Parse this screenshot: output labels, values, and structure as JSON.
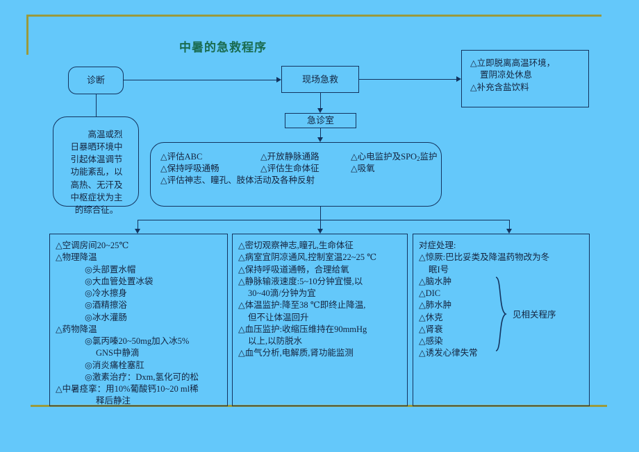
{
  "slide": {
    "title": "中暑的急救程序",
    "background_color": "#64c8fa",
    "title_color": "#1a6b4f",
    "line_color": "#13335e",
    "accent_color": "#9a9a3c"
  },
  "nodes": {
    "diagnosis": {
      "label": "诊断"
    },
    "onsite_first_aid": {
      "label": "现场急救"
    },
    "emergency_room": {
      "label": "急诊室"
    },
    "first_aid_measures": {
      "lines": [
        "△立即脱离高温环境，",
        "置阴凉处休息",
        "△补充含盐饮料"
      ]
    },
    "definition": {
      "lines": [
        "高温或烈",
        "日暴晒环境中",
        "引起体温调节",
        "功能紊乱，以",
        "高热、无汗及",
        "中枢症状为主",
        "的综合征。"
      ]
    },
    "assessment": {
      "col1": [
        "△评估ABC",
        "△保持呼吸通畅"
      ],
      "col2": [
        "△开放静脉通路",
        "△评估生命体征"
      ],
      "col3_a": "△心电监护及SPO",
      "col3_a_sub": "2",
      "col3_a_tail": "监护",
      "col3_b": "△吸氧",
      "wide": "△评估神志、瞳孔、肢体活动及各种反射"
    }
  },
  "bottom_boxes": {
    "cooling": {
      "lines": [
        {
          "text": "△空调房间20~25℃",
          "indent": 0
        },
        {
          "text": "△物理降温",
          "indent": 0
        },
        {
          "text": "◎头部置水帽",
          "indent": 1
        },
        {
          "text": "◎大血管处置冰袋",
          "indent": 1
        },
        {
          "text": "◎冷水擦身",
          "indent": 1
        },
        {
          "text": "◎酒精擦浴",
          "indent": 1
        },
        {
          "text": "◎冰水灌肠",
          "indent": 1
        },
        {
          "text": "△药物降温",
          "indent": 0
        },
        {
          "text": "◎氯丙嗪20~50mg加入冰5%",
          "indent": 1
        },
        {
          "text": "GNS中静滴",
          "indent": 3
        },
        {
          "text": "◎消炎痛栓塞肛",
          "indent": 1
        },
        {
          "text": "◎激素治疗：Dxm,氢化可的松",
          "indent": 1
        },
        {
          "text": "△中暑痉挛：用10%葡酸钙10~20 ml稀",
          "indent": 0
        },
        {
          "text": "释后静注",
          "indent": 3
        }
      ]
    },
    "monitoring": {
      "lines": [
        {
          "text": "△密切观察神志,瞳孔,生命体征",
          "indent": 0
        },
        {
          "text": "△病室宜阴凉通风,控制室温22~25 ℃",
          "indent": 0
        },
        {
          "text": "△保持呼吸道通畅，合理给氧",
          "indent": 0
        },
        {
          "text": "△静脉输液速度:5~10分钟宜慢,以",
          "indent": 0
        },
        {
          "text": "30~40滴/分钟为宜",
          "indent": 2
        },
        {
          "text": "△体温监护:降至38 ℃即终止降温,",
          "indent": 0
        },
        {
          "text": "但不让体温回升",
          "indent": 2
        },
        {
          "text": "△血压监护:收缩压维持在90mmHg",
          "indent": 0
        },
        {
          "text": "以上,以防脱水",
          "indent": 2
        },
        {
          "text": "△血气分析,电解质,肾功能监测",
          "indent": 0
        }
      ]
    },
    "symptomatic": {
      "header": "对症处理:",
      "lines": [
        {
          "text": "△惊厥:巴比妥类及降温药物改为冬",
          "indent": 0
        },
        {
          "text": "眠I号",
          "indent": 2
        },
        {
          "text": "△脑水肿",
          "indent": 0
        },
        {
          "text": "△DIC",
          "indent": 0
        },
        {
          "text": "△肺水肿",
          "indent": 0
        },
        {
          "text": "△休克",
          "indent": 0
        },
        {
          "text": "△肾衰",
          "indent": 0
        },
        {
          "text": "△感染",
          "indent": 0
        },
        {
          "text": "△诱发心律失常",
          "indent": 0
        }
      ],
      "brace_label": "见相关程序"
    }
  }
}
